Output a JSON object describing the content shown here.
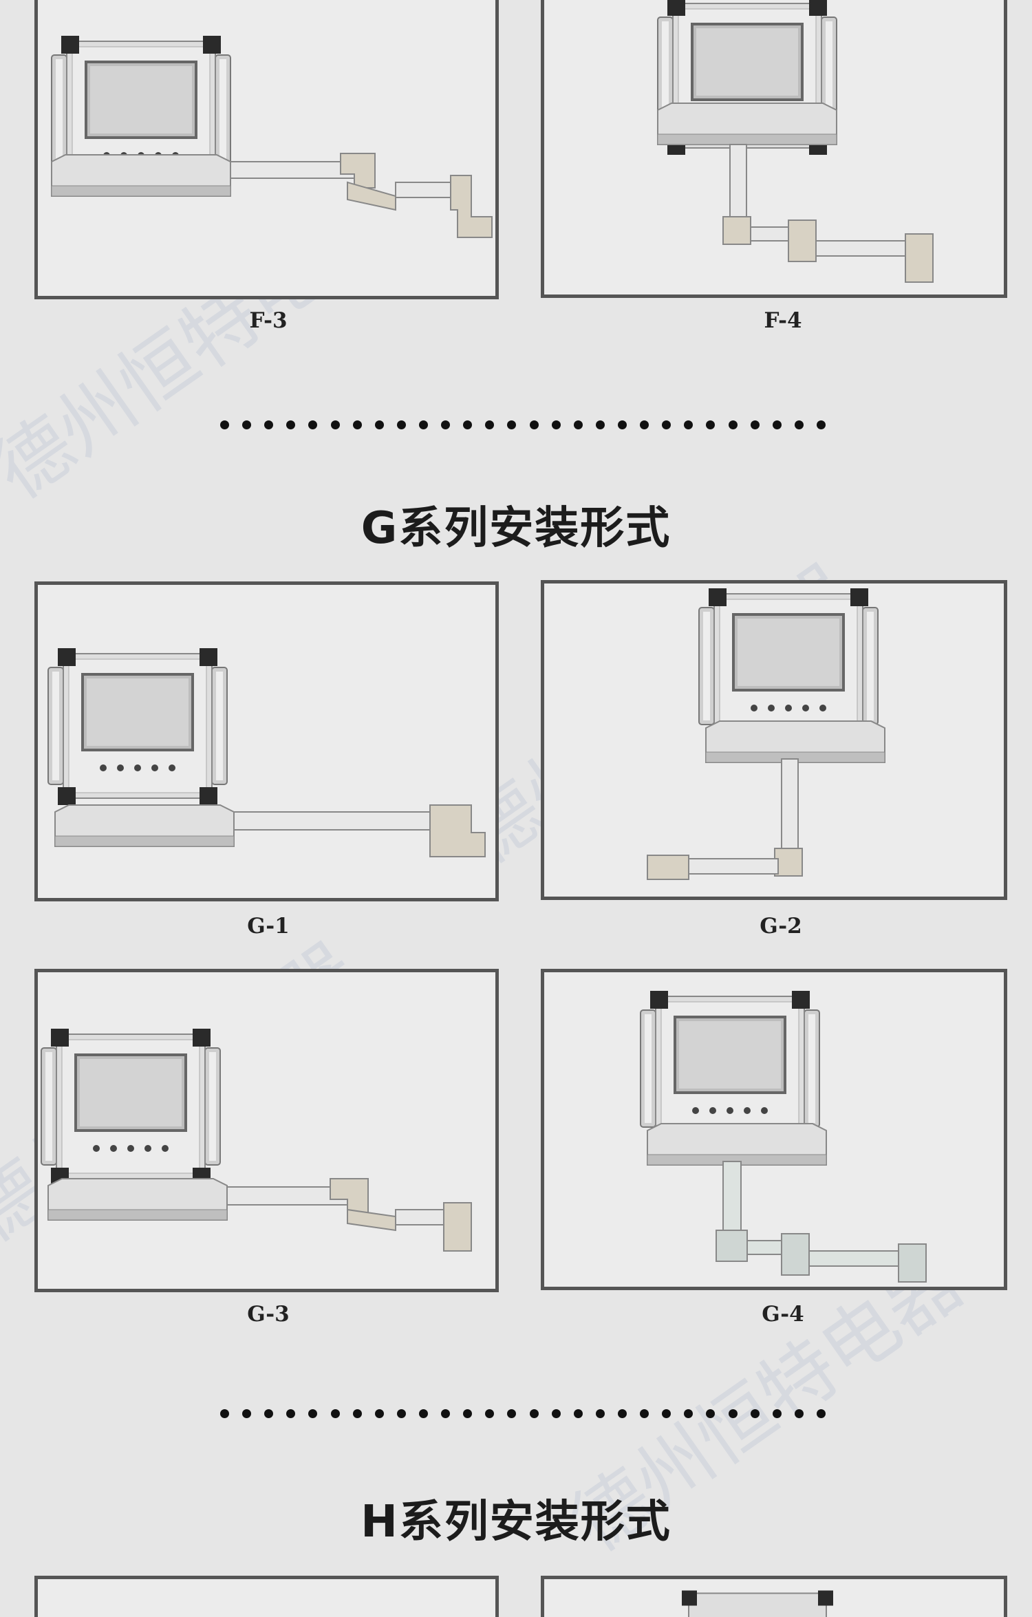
{
  "captions": {
    "f3": "F-3",
    "f4": "F-4",
    "g1": "G-1",
    "g2": "G-2",
    "g3": "G-3",
    "g4": "G-4"
  },
  "sections": {
    "g_title": "G系列安装形式",
    "h_title": "H系列安装形式"
  },
  "watermark_text": "德州恒特电器",
  "colors": {
    "background": "#e6e6e6",
    "panel_border": "#555555",
    "enclosure_frame": "#dcdcdc",
    "corner_block": "#2a2a2a",
    "arm_joint": "#d8d2c4"
  }
}
